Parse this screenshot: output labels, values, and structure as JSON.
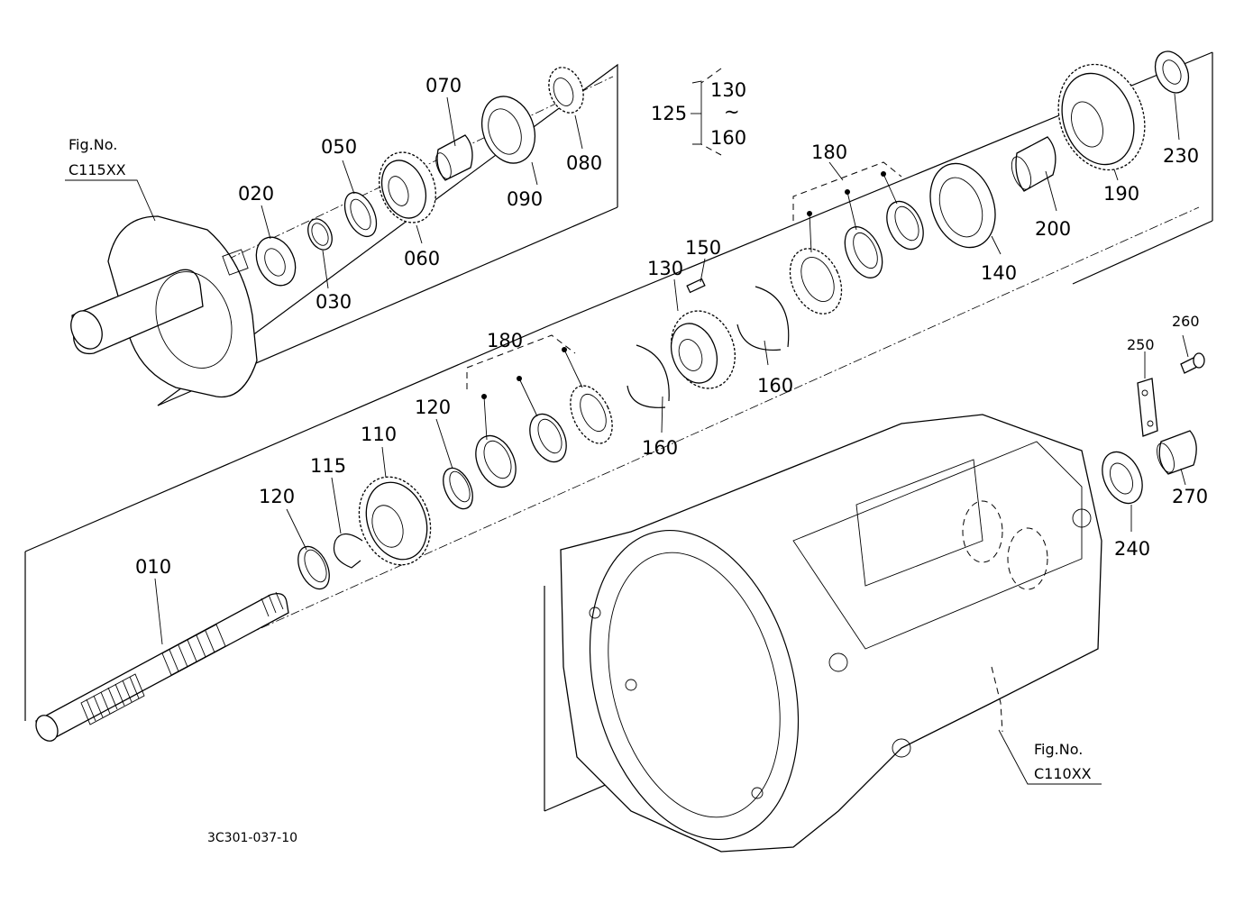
{
  "drawing_code": "3C301-037-10",
  "fig_refs": [
    {
      "id": "top-left",
      "line1": "Fig.No.",
      "line2": "C115XX"
    },
    {
      "id": "bottom-right",
      "line1": "Fig.No.",
      "line2": "C110XX"
    }
  ],
  "callouts": {
    "p010": "010",
    "p020": "020",
    "p030": "030",
    "p050": "050",
    "p060": "060",
    "p070": "070",
    "p080": "080",
    "p090": "090",
    "p110": "110",
    "p115": "115",
    "p120a": "120",
    "p120b": "120",
    "p125": "125",
    "p125_from": "130",
    "p125_tilde": "~",
    "p125_to": "160",
    "p130": "130",
    "p140": "140",
    "p150": "150",
    "p160a": "160",
    "p160b": "160",
    "p180a": "180",
    "p180b": "180",
    "p190": "190",
    "p200": "200",
    "p230": "230",
    "p240": "240",
    "p250": "250",
    "p260": "260",
    "p270": "270"
  }
}
